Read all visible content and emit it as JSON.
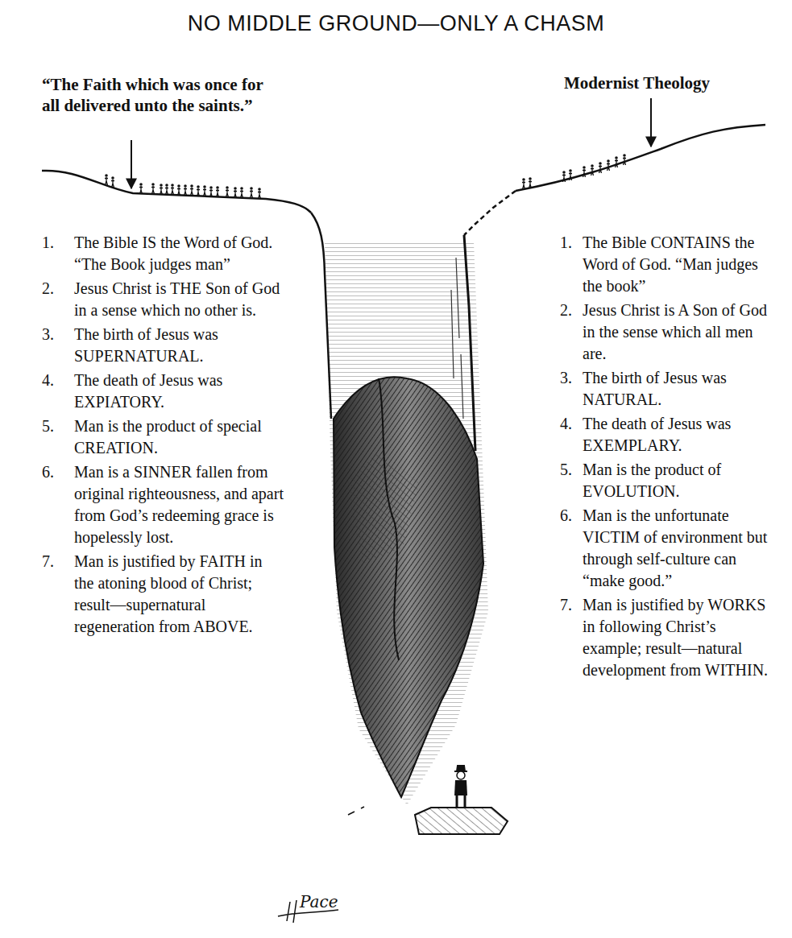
{
  "diagram": {
    "title": "NO MIDDLE GROUND—ONLY A CHASM",
    "labels": [
      "“The Faith which was once for all delivered unto the saints.”",
      "Modernist Theology",
      "1.",
      "The Bible IS the Word of God. “The Book judges man”",
      "2.",
      "Jesus Christ is THE Son of God in a sense which no other is.",
      "3.",
      "The birth of Jesus was SUPERNATURAL.",
      "4.",
      "The death of Jesus was EXPIATORY.",
      "5.",
      "Man is the product of special CREATION.",
      "6.",
      "Man is a SINNER fallen from original righteousness, and apart from God’s redeeming grace is hopelessly lost.",
      "7.",
      "Man is justified by FAITH in the atoning blood of Christ; result—supernatural regeneration from ABOVE.",
      "1.",
      "The Bible CONTAINS the Word of God. “Man judges the book”",
      "2.",
      "Jesus Christ is A Son of God in the sense which all men are.",
      "3.",
      "The birth of Jesus was NATURAL.",
      "4.",
      "The death of Jesus was EXEMPLARY.",
      "5.",
      "Man is the product of EVOLUTION.",
      "6.",
      "Man is the unfortunate VICTIM of environment but through self-culture can “make good.”",
      "7.",
      "Man is justified by WORKS in following Christ’s example; result—natural development from WITHIN.",
      "Pace"
    ]
  }
}
